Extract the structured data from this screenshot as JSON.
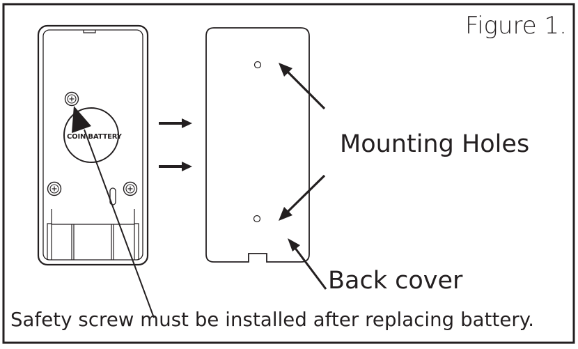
{
  "figure": {
    "title": "Figure 1.",
    "coin_battery_label": "COIN BATTERY",
    "mounting_holes_label": "Mounting Holes",
    "back_cover_label": "Back cover",
    "caption": "Safety screw must be installed after replacing battery."
  },
  "icons": [
    "screw-icon",
    "arrow-icon",
    "leader-arrow-icon"
  ]
}
